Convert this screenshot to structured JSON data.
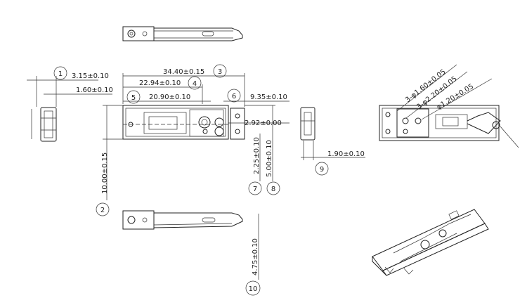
{
  "dimensions": {
    "d1": "3.15±0.10",
    "d1b": "1.60±0.10",
    "d3": "34.40±0.15",
    "d4": "22.94±0.10",
    "d5": "20.90±0.10",
    "d6": "9.35±0.10",
    "d6b": "2.92±0.00",
    "d2": "10.00±0.15",
    "d7": "2.25±0.10",
    "d8": "5.00±0.10",
    "d9": "1.90±0.10",
    "d10": "4.75±0.10",
    "hole1": "3-φ1.60±0.05",
    "hole2": "3-φ2.20±0.05",
    "hole3": "φ1.20±0.05"
  },
  "balloons": [
    "1",
    "2",
    "3",
    "4",
    "5",
    "6",
    "7",
    "8",
    "9",
    "10"
  ]
}
